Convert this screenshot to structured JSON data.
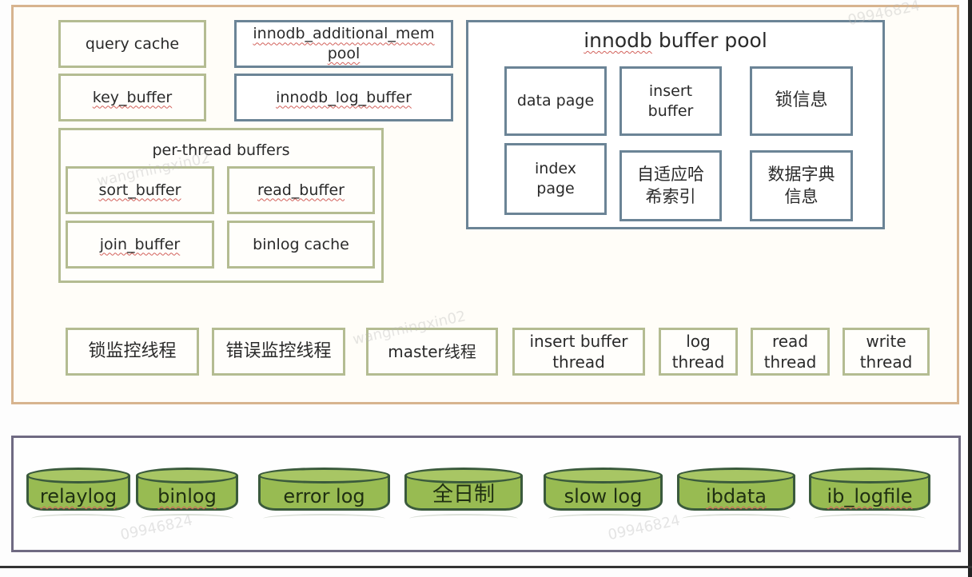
{
  "memory_area": {
    "query_cache": "query cache",
    "key_buffer": "key_buffer",
    "innodb_additional_mem_pool": "innodb_additional_mem pool",
    "innodb_log_buffer": "innodb_log_buffer",
    "per_thread": {
      "title": "per-thread buffers",
      "items": [
        "sort_buffer",
        "read_buffer",
        "join_buffer",
        "binlog cache"
      ]
    },
    "buffer_pool": {
      "title": "innodb buffer pool",
      "items": [
        "data page",
        "insert buffer",
        "锁信息",
        "index page",
        "自适应哈希索引",
        "数据字典信息"
      ]
    }
  },
  "threads": [
    "锁监控线程",
    "错误监控线程",
    "master线程",
    "insert buffer thread",
    "log thread",
    "read thread",
    "write thread"
  ],
  "files": [
    "relaylog",
    "binlog",
    "error log",
    "全日制",
    "slow log",
    "ibdata",
    "ib_logfile"
  ],
  "watermark": {
    "name": "wangmingxin02",
    "id": "09946824"
  },
  "colors": {
    "memory_border": "#d7b48f",
    "storage_border": "#6f6a82",
    "green_box": "#b4bc92",
    "blue_box": "#6b8496",
    "cylinder_fill": "#98bb52",
    "cylinder_stroke": "#3a5a3c"
  }
}
